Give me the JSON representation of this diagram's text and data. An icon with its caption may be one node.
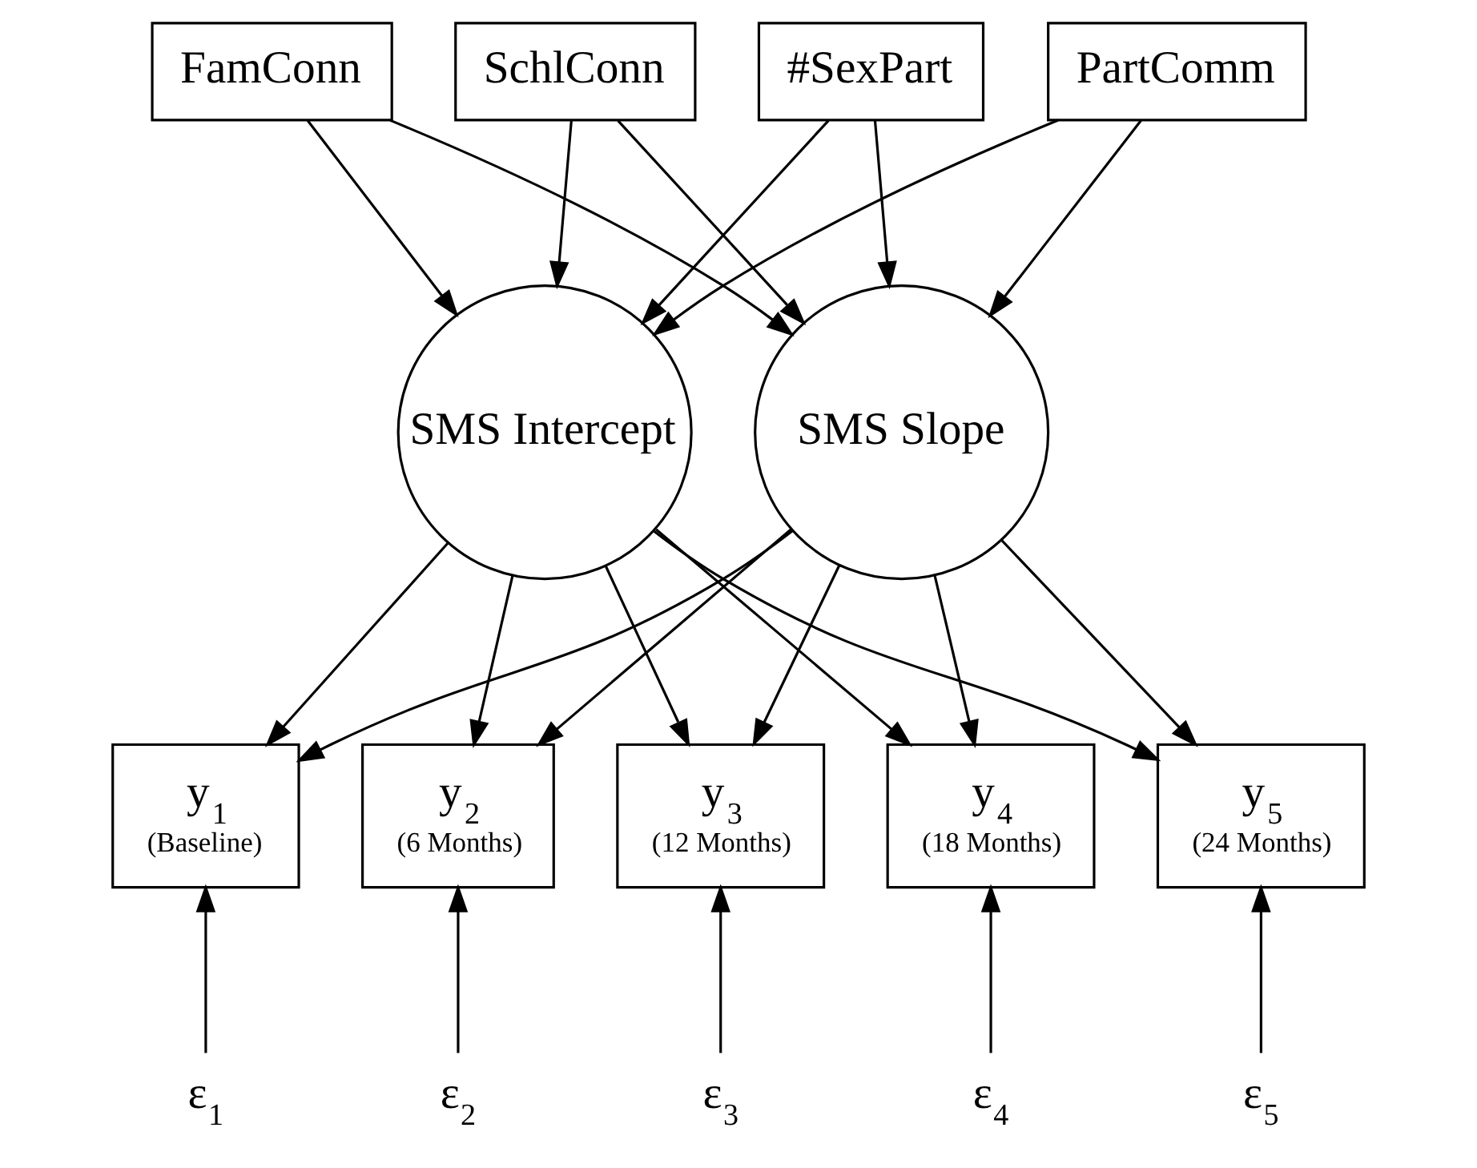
{
  "diagram": {
    "nodes": [
      {
        "text": [
          "#SexPart"
        ]
      },
      {
        "text": [
          "PartComm"
        ]
      },
      {
        "text": [
          "FamConn"
        ]
      },
      {
        "text": [
          "SchlConn"
        ]
      },
      {
        "text": [
          "SMS Intercept"
        ]
      },
      {
        "text": [
          "SMS Slope"
        ]
      },
      {
        "text": [
          "y$_{1}$",
          "(Baseline)"
        ]
      },
      {
        "text": [
          "y$_{2}$",
          "(6 Months)"
        ]
      },
      {
        "text": [
          "y$_{3}$",
          "(12 Months)"
        ]
      },
      {
        "text": [
          "y$_{4}$",
          "(18 Months)"
        ]
      },
      {
        "text": [
          "y$_{5}$",
          "(24 Months)"
        ]
      },
      {
        "text": [
          "ε$_{1}$"
        ]
      },
      {
        "text": [
          "ε$_{2}$"
        ]
      },
      {
        "text": [
          "ε$_{3}$"
        ]
      },
      {
        "text": [
          "ε$_{4}$"
        ]
      },
      {
        "text": [
          "ε$_{5}$"
        ]
      }
    ],
    "edges": [
      {
        "from": 0,
        "to": 4,
        "arrow": "to"
      },
      {
        "from": 0,
        "to": 5,
        "arrow": "to"
      },
      {
        "from": 1,
        "to": 4,
        "arrow": "to"
      },
      {
        "from": 1,
        "to": 5,
        "arrow": "to"
      },
      {
        "from": 2,
        "to": 4,
        "arrow": "to"
      },
      {
        "from": 2,
        "to": 5,
        "arrow": "to"
      },
      {
        "from": 3,
        "to": 4,
        "arrow": "to"
      },
      {
        "from": 3,
        "to": 5,
        "arrow": "to"
      },
      {
        "from": 4,
        "to": 6,
        "arrow": "to"
      },
      {
        "from": 4,
        "to": 7,
        "arrow": "to"
      },
      {
        "from": 4,
        "to": 8,
        "arrow": "to"
      },
      {
        "from": 4,
        "to": 9,
        "arrow": "to"
      },
      {
        "from": 4,
        "to": 10,
        "arrow": "to"
      },
      {
        "from": 5,
        "to": 6,
        "arrow": "to"
      },
      {
        "from": 5,
        "to": 7,
        "arrow": "to"
      },
      {
        "from": 5,
        "to": 8,
        "arrow": "to"
      },
      {
        "from": 5,
        "to": 9,
        "arrow": "to"
      },
      {
        "from": 5,
        "to": 10,
        "arrow": "to"
      },
      {
        "from": 11,
        "to": 6,
        "arrow": "to"
      },
      {
        "from": 12,
        "to": 7,
        "arrow": "to"
      },
      {
        "from": 13,
        "to": 8,
        "arrow": "to"
      },
      {
        "from": 14,
        "to": 9,
        "arrow": "to"
      },
      {
        "from": 15,
        "to": 10,
        "arrow": "to"
      }
    ]
  }
}
